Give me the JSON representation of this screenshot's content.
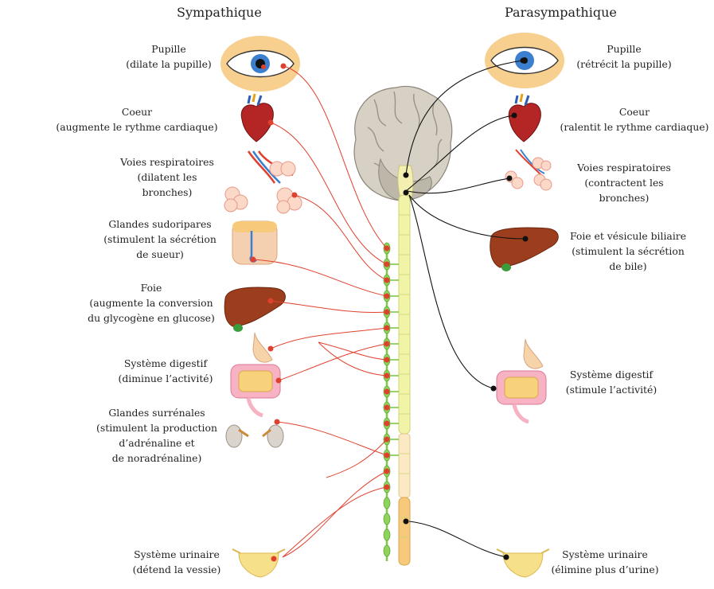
{
  "titles": {
    "sympathetic": "Sympathique",
    "parasympathetic": "Parasympathique"
  },
  "sympathetic": {
    "pupil": "Pupille\n(dilate la pupille)",
    "heart": "Coeur\n(augmente le rythme cardiaque)",
    "airways": "Voies respiratoires\n(dilatent les\nbronches)",
    "sweat": "Glandes sudoripares\n(stimulent la sécrétion\nde sueur)",
    "liver": "Foie\n(augmente la conversion\ndu glycogène en glucose)",
    "digestive": "Système digestif\n(diminue l’activité)",
    "adrenal": "Glandes surrénales\n(stimulent la production\nd’adrénaline et\nde noradrénaline)",
    "urinary": "Système urinaire\n(détend la vessie)"
  },
  "parasympathetic": {
    "pupil": "Pupille\n(rétrécit la pupille)",
    "heart": "Coeur\n(ralentit le rythme cardiaque)",
    "airways": "Voies respiratoires\n(contractent les\nbronches)",
    "liver": "Foie et vésicule biliaire\n(stimulent la sécrétion\nde bile)",
    "digestive": "Système digestif\n(stimule l’activité)",
    "urinary": "Système urinaire\n(élimine plus d’urine)"
  },
  "colors": {
    "sympathetic_nerve": "#e0412e",
    "parasympathetic_nerve": "#111111",
    "ganglia": "#7ec84a",
    "spinal_cord_upper": "#f2f5a6",
    "spinal_cord_lower": "#f7c97a",
    "brain": "#c9c3b6"
  }
}
